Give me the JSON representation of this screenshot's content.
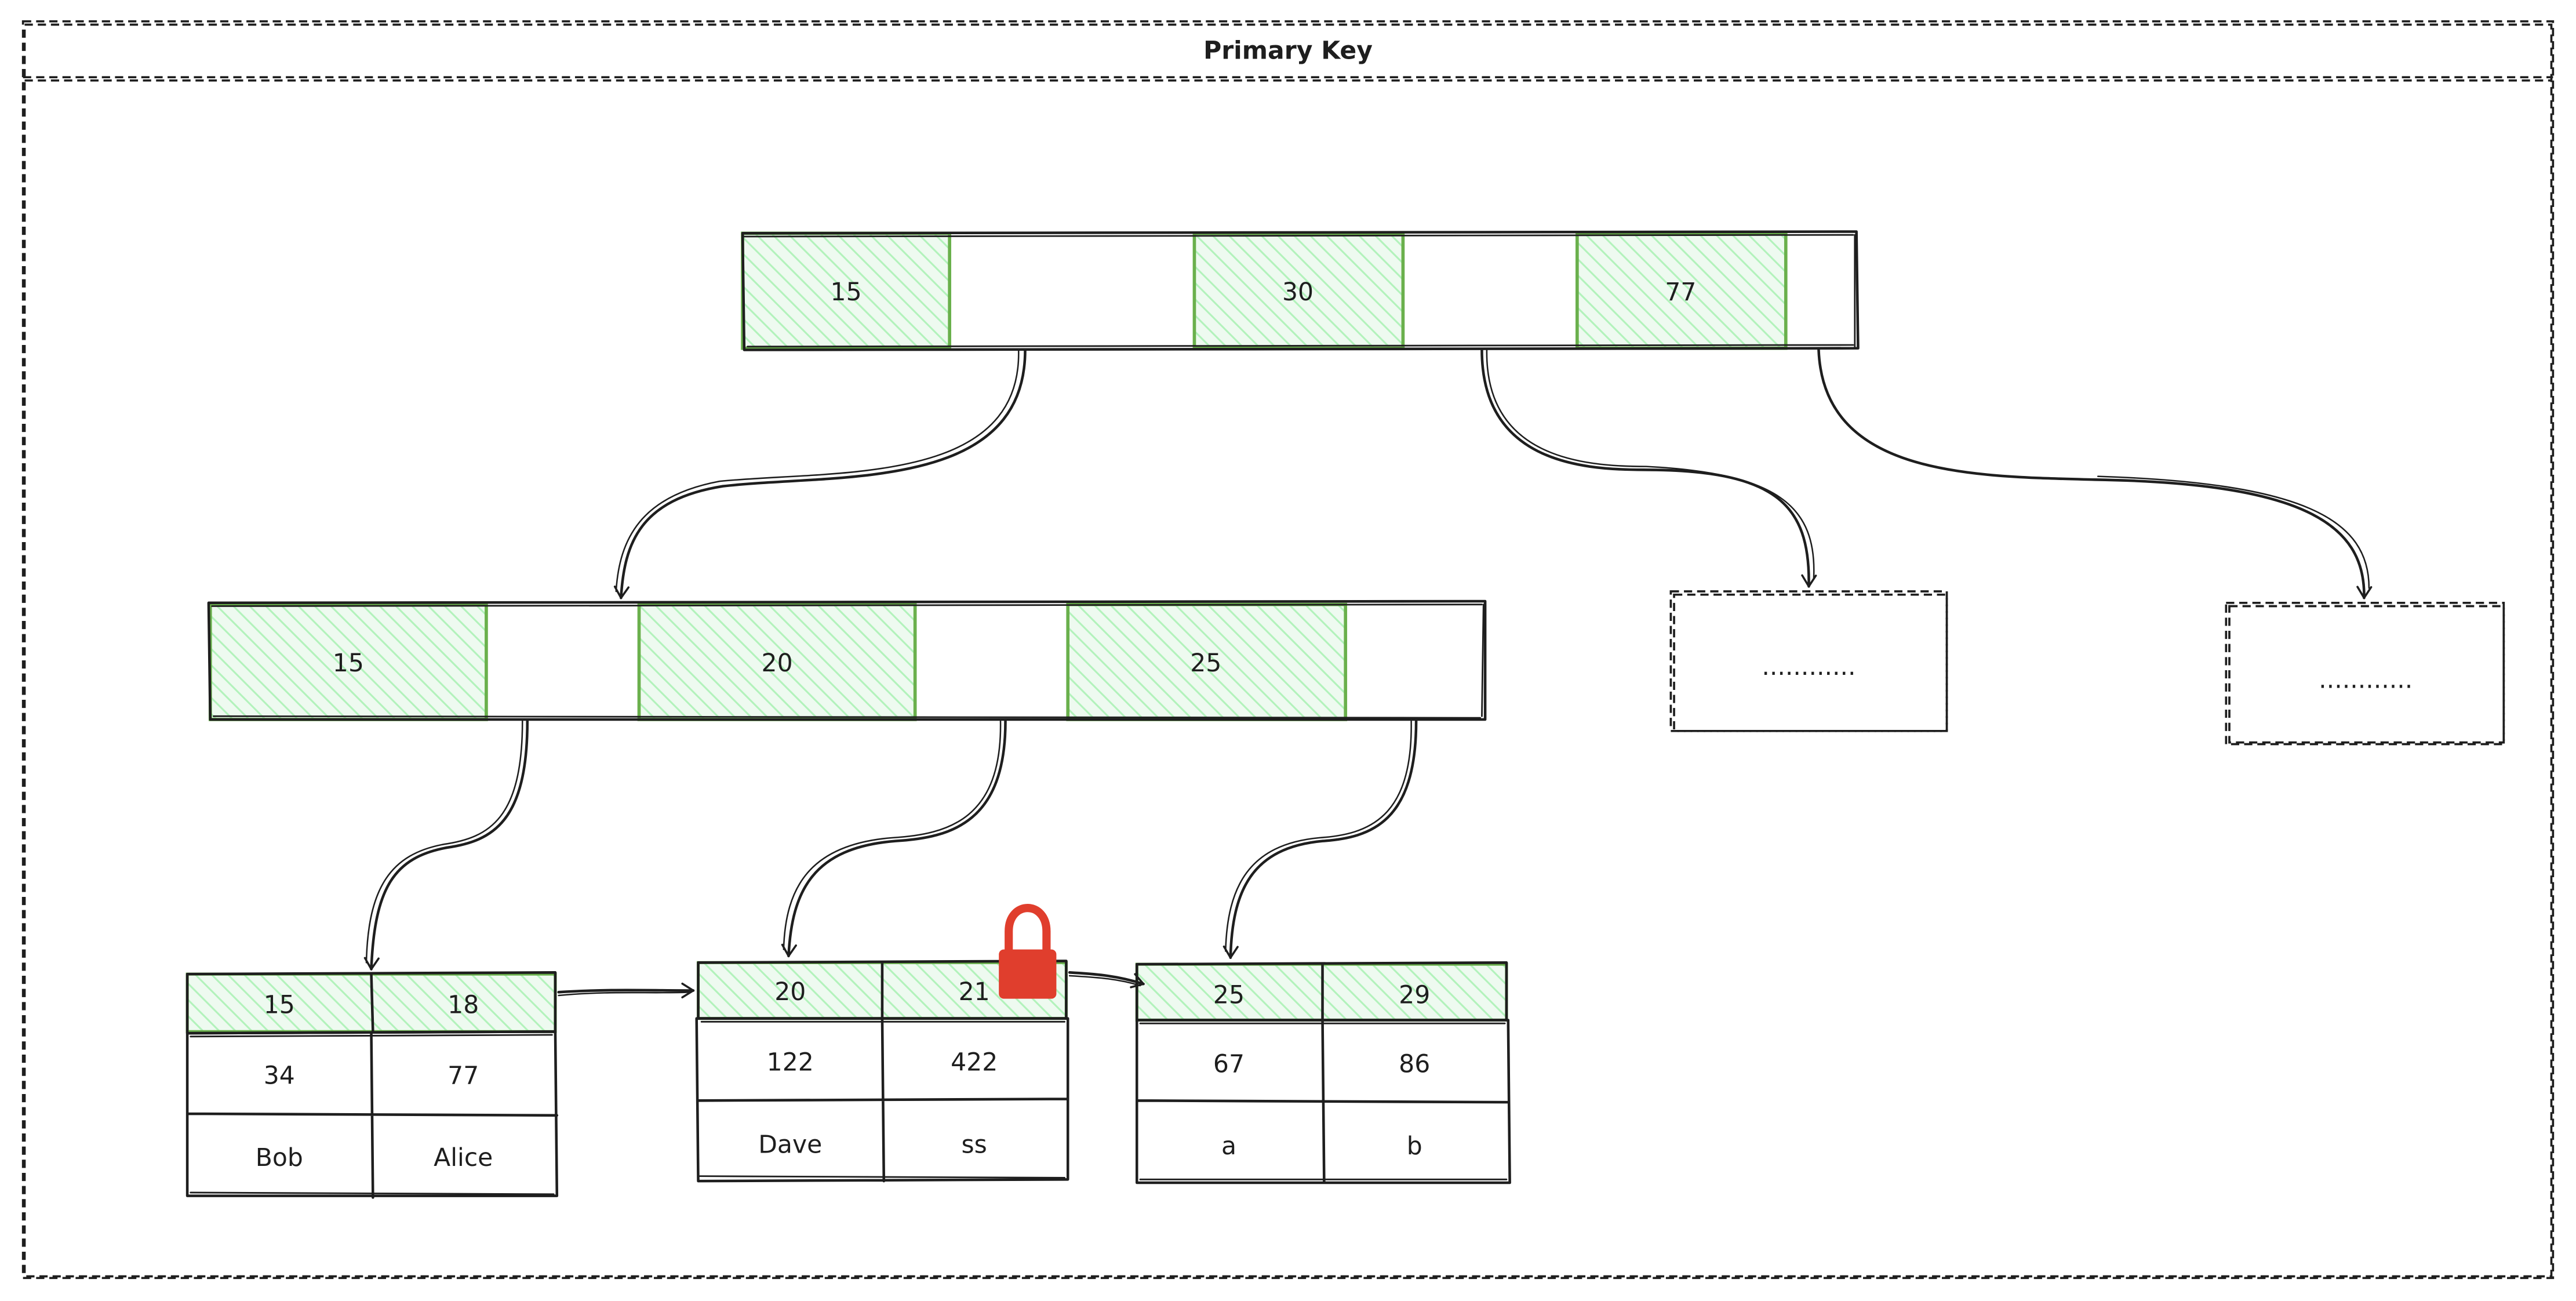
{
  "title": "Primary Key",
  "colors": {
    "key_fill": "#b2f2bb",
    "key_stroke": "#6ab04c",
    "lock": "#e03e2d",
    "ink": "#1e1e1e"
  },
  "root": {
    "keys": [
      "15",
      "30",
      "77"
    ]
  },
  "internal": {
    "keys": [
      "15",
      "20",
      "25"
    ]
  },
  "placeholders": [
    "............",
    "............"
  ],
  "leaves": [
    {
      "keys": [
        "15",
        "18"
      ],
      "row1": [
        "34",
        "77"
      ],
      "row2": [
        "Bob",
        "Alice"
      ],
      "locked": false
    },
    {
      "keys": [
        "20",
        "21"
      ],
      "row1": [
        "122",
        "422"
      ],
      "row2": [
        "Dave",
        "ss"
      ],
      "locked": true
    },
    {
      "keys": [
        "25",
        "29"
      ],
      "row1": [
        "67",
        "86"
      ],
      "row2": [
        "a",
        "b"
      ],
      "locked": false
    }
  ],
  "icons": {
    "lock": "lock-icon"
  }
}
